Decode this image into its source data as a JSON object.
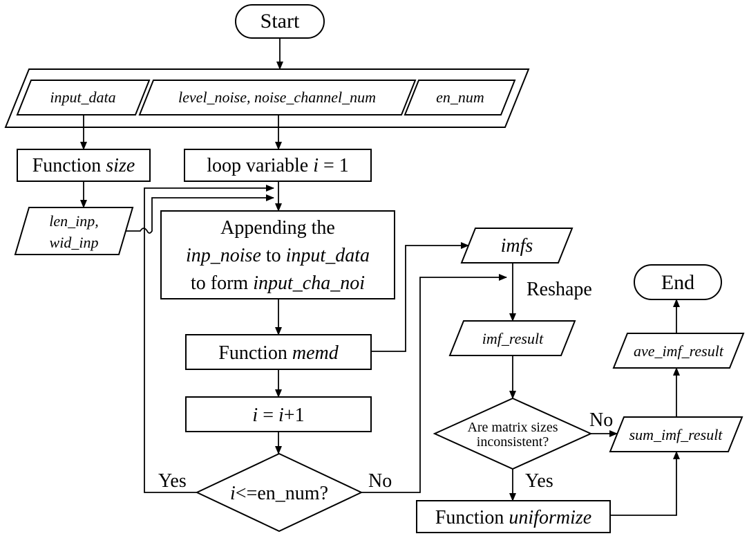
{
  "nodes": {
    "start": "Start",
    "end": "End",
    "input_data": "input_data",
    "level_noise": "level_noise, noise_channel_num",
    "en_num": "en_num",
    "func_size_a": "Function ",
    "func_size_b": "size",
    "loop_a": "loop variable ",
    "loop_b": "i",
    "loop_c": " = 1",
    "len_inp": "len_inp,",
    "wid_inp": "wid_inp",
    "append_l1": "Appending the",
    "append_l2a": "inp_noise",
    "append_l2b": " to ",
    "append_l2c": "input_data",
    "append_l3a": "to form ",
    "append_l3b": "input_cha_noi",
    "memd_a": "Function ",
    "memd_b": "memd",
    "inc_a": "i",
    "inc_b": " = ",
    "inc_c": "i",
    "inc_d": "+1",
    "cond_a": "i",
    "cond_b": "<=en_num?",
    "imfs": "imfs",
    "reshape": "Reshape",
    "imf_result": "imf_result",
    "matrix_l1": "Are matrix sizes",
    "matrix_l2": "inconsistent?",
    "uniform_a": "Function ",
    "uniform_b": "uniformize",
    "sum_imf": "sum_imf_result",
    "ave_imf": "ave_imf_result"
  },
  "edge_labels": {
    "yes_loop": "Yes",
    "no_loop": "No",
    "no_matrix": "No",
    "yes_matrix": "Yes"
  }
}
